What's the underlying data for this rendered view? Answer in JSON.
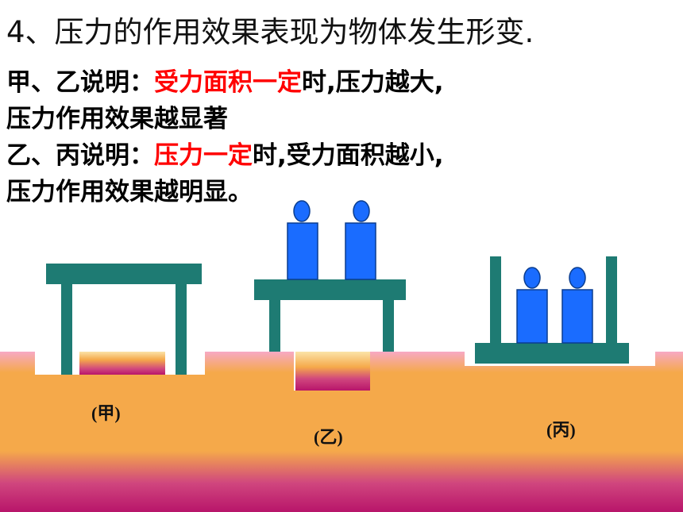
{
  "heading": "4、压力的作用效果表现为物体发生形变.",
  "lines": [
    {
      "prefix": "甲、乙说明：",
      "highlight": "受力面积一定",
      "suffix": "时,压力越大,"
    },
    {
      "prefix": "压力作用效果越显著",
      "highlight": "",
      "suffix": ""
    },
    {
      "prefix": "乙、丙说明：",
      "highlight": "压力一定",
      "suffix": "时,受力面积越小,"
    },
    {
      "prefix": "压力作用效果越明显。",
      "highlight": "",
      "suffix": ""
    }
  ],
  "labels": {
    "jia": "(甲)",
    "yi": "(乙)",
    "bing": "(丙)"
  },
  "colors": {
    "highlight": "#ff0000",
    "table": "#1e7b73",
    "weight": "#1a6cff",
    "sponge_top": "#f7a9c4",
    "sponge_mid": "#f5a94a",
    "sponge_bottom": "#b8156a"
  }
}
